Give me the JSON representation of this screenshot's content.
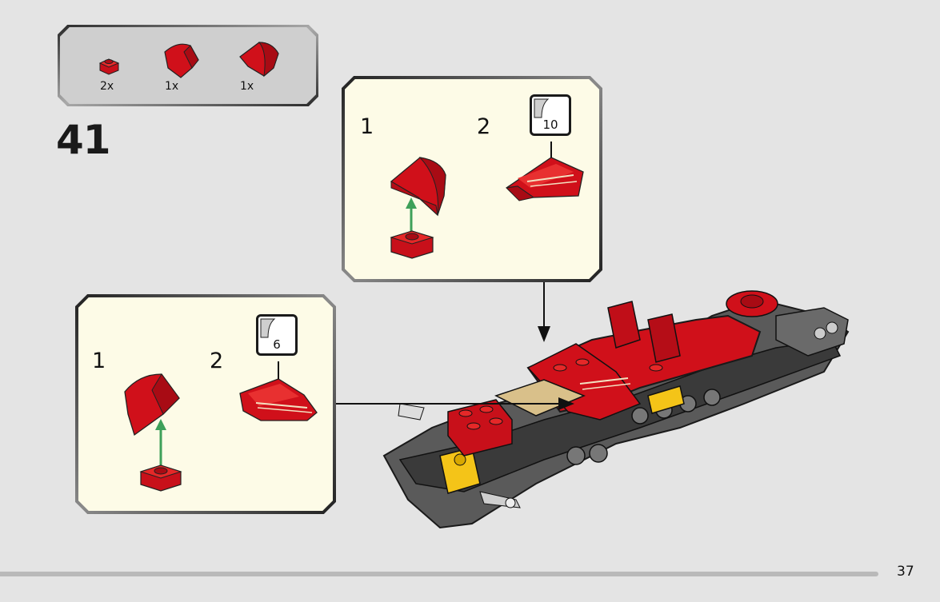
{
  "step": {
    "number": "41"
  },
  "parts": [
    {
      "name": "red-plate-1x1-round",
      "qty": "2x"
    },
    {
      "name": "red-curved-slope-a",
      "qty": "1x"
    },
    {
      "name": "red-curved-slope-b",
      "qty": "1x"
    }
  ],
  "substep_right": {
    "step1": "1",
    "step2": "2",
    "sticker_ref": "10"
  },
  "substep_left": {
    "step1": "1",
    "step2": "2",
    "sticker_ref": "6"
  },
  "page_number": "37",
  "colors": {
    "background": "#e4e4e4",
    "callout_bg": "#fdfbe7",
    "brick_red": "#d0101a",
    "arrow_green": "#3ea05a"
  },
  "icons": [
    "red-plate-icon",
    "red-slope-icon",
    "sticker-sheet-icon",
    "car-model-icon",
    "green-arrow-icon"
  ]
}
